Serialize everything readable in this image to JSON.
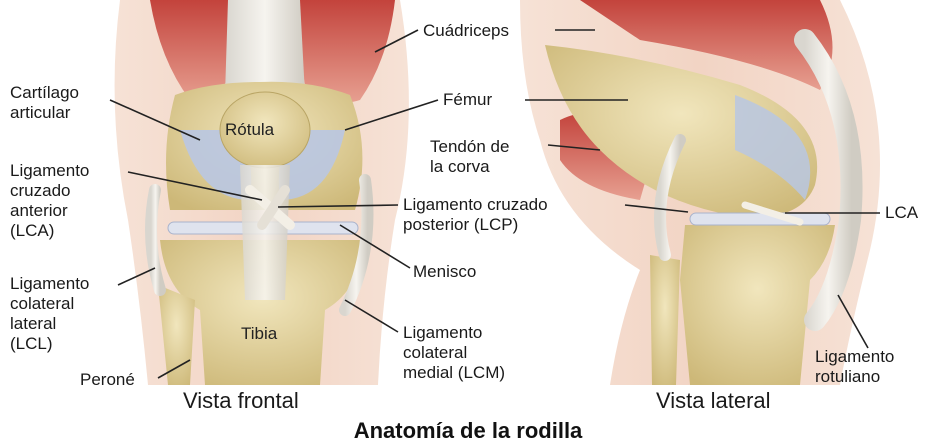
{
  "labels": {
    "cuadriceps": "Cuádriceps",
    "cartilago": "Cartílago\narticular",
    "femur": "Fémur",
    "rotula": "Rótula",
    "tendon_corva": "Tendón de\nla corva",
    "lca_front": "Ligamento\ncruzado\nanterior\n(LCA)",
    "lcp": "Ligamento cruzado\nposterior (LCP)",
    "lca_side": "LCA",
    "menisco": "Menisco",
    "lcl": "Ligamento\ncolateral\nlateral\n(LCL)",
    "tibia": "Tibia",
    "lcm": "Ligamento\ncolateral\nmedial (LCM)",
    "ligamento_rotuliano": "Ligamento\nrotuliano",
    "perone": "Peroné"
  },
  "views": {
    "front": "Vista frontal",
    "side": "Vista lateral"
  },
  "title": "Anatomía de la rodilla",
  "colors": {
    "muscle": "#c8514a",
    "muscle_light": "#e69a8c",
    "bone": "#e8d9a6",
    "bone_shadow": "#c9b477",
    "cartilage": "#b9c7e2",
    "ligament": "#e9e6df",
    "skin": "#f3d9cc"
  }
}
